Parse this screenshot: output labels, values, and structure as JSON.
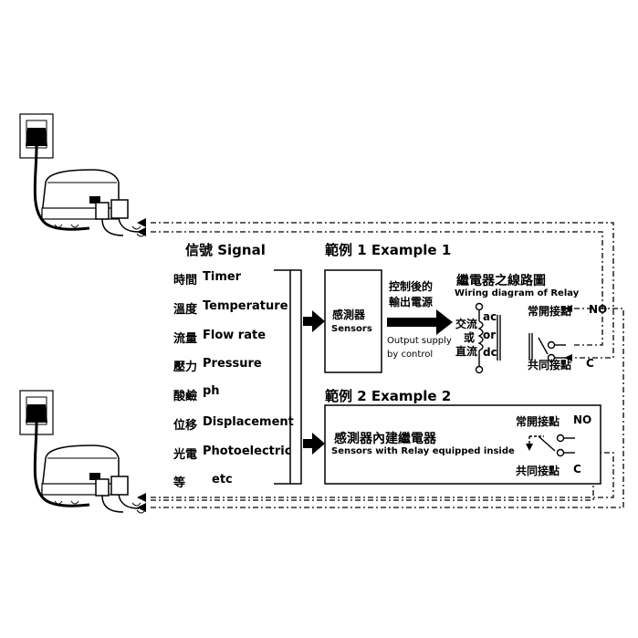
{
  "signal": {
    "title": "信號 Signal",
    "items": [
      {
        "zh": "時間",
        "en": "Timer"
      },
      {
        "zh": "溫度",
        "en": "Temperature"
      },
      {
        "zh": "流量",
        "en": "Flow rate"
      },
      {
        "zh": "壓力",
        "en": "Pressure"
      },
      {
        "zh": "酸鹼",
        "en": "ph"
      },
      {
        "zh": "位移",
        "en": "Displacement"
      },
      {
        "zh": "光電",
        "en": "Photoelectric"
      },
      {
        "zh": "等",
        "en": "etc"
      }
    ]
  },
  "example1": {
    "title": "範例 1 Example 1",
    "sensor_zh": "感測器",
    "sensor_en": "Sensors",
    "output_zh_1": "控制後的",
    "output_zh_2": "輸出電源",
    "output_en_1": "Output supply",
    "output_en_2": "by control",
    "relay_title_zh": "繼電器之線路圖",
    "relay_title_en": "Wiring diagram of Relay",
    "ac_label": "交流",
    "or_zh": "或",
    "dc_zh": "直流",
    "ac": "ac",
    "or": "or",
    "dc": "dc",
    "no_zh": "常開接點",
    "no": "NO",
    "c_zh": "共同接點",
    "c": "C"
  },
  "example2": {
    "title": "範例 2 Example 2",
    "box_zh": "感測器內建繼電器",
    "box_en": "Sensors with Relay equipped inside",
    "no_zh": "常開接點",
    "no": "NO",
    "c_zh": "共同接點",
    "c": "C"
  }
}
